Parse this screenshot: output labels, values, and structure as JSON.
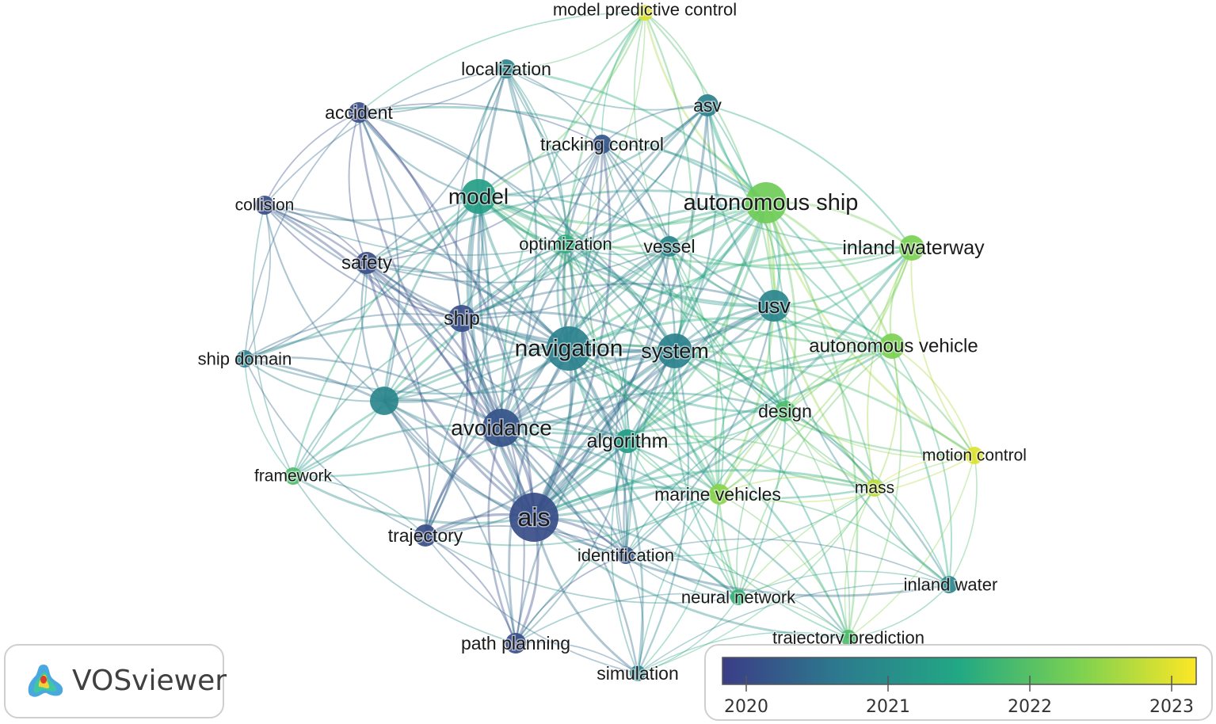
{
  "brand": {
    "name": "VOSviewer"
  },
  "legend": {
    "ticks": [
      "2020",
      "2021",
      "2022",
      "2023"
    ],
    "gradient": [
      "#3b3d86",
      "#2c7b8e",
      "#22a884",
      "#7ad151",
      "#fde725"
    ]
  },
  "nodes": [
    {
      "id": "model-predictive-control",
      "label": "model predictive control",
      "year": 2023.0
    },
    {
      "id": "localization",
      "label": "localization",
      "year": 2021.0
    },
    {
      "id": "accident",
      "label": "accident",
      "year": 2020.2
    },
    {
      "id": "asv",
      "label": "asv",
      "year": 2020.9
    },
    {
      "id": "tracking-control",
      "label": "tracking control",
      "year": 2020.3
    },
    {
      "id": "model",
      "label": "model",
      "year": 2021.4
    },
    {
      "id": "autonomous-ship",
      "label": "autonomous ship",
      "year": 2022.3
    },
    {
      "id": "collision",
      "label": "collision",
      "year": 2020.2
    },
    {
      "id": "optimization",
      "label": "optimization",
      "year": 2021.7
    },
    {
      "id": "vessel",
      "label": "vessel",
      "year": 2021.0
    },
    {
      "id": "inland-waterway",
      "label": "inland waterway",
      "year": 2022.4
    },
    {
      "id": "safety",
      "label": "safety",
      "year": 2020.2
    },
    {
      "id": "usv",
      "label": "usv",
      "year": 2021.0
    },
    {
      "id": "ship",
      "label": "ship",
      "year": 2020.2
    },
    {
      "id": "navigation",
      "label": "navigation",
      "year": 2020.9
    },
    {
      "id": "system",
      "label": "system",
      "year": 2020.9
    },
    {
      "id": "autonomous-vehicle",
      "label": "autonomous vehicle",
      "year": 2022.4
    },
    {
      "id": "ship-domain",
      "label": "ship domain",
      "year": 2020.9
    },
    {
      "id": "unlabeled-hub",
      "label": "",
      "year": 2021.0
    },
    {
      "id": "design",
      "label": "design",
      "year": 2022.0
    },
    {
      "id": "avoidance",
      "label": "avoidance",
      "year": 2020.3
    },
    {
      "id": "algorithm",
      "label": "algorithm",
      "year": 2021.4
    },
    {
      "id": "motion-control",
      "label": "motion control",
      "year": 2023.0
    },
    {
      "id": "framework",
      "label": "framework",
      "year": 2022.0
    },
    {
      "id": "marine-vehicles",
      "label": "marine vehicles",
      "year": 2022.5
    },
    {
      "id": "mass",
      "label": "mass",
      "year": 2022.8
    },
    {
      "id": "ais",
      "label": "ais",
      "year": 2020.2
    },
    {
      "id": "trajectory",
      "label": "trajectory",
      "year": 2020.2
    },
    {
      "id": "identification",
      "label": "identification",
      "year": 2020.3
    },
    {
      "id": "inland-water",
      "label": "inland water",
      "year": 2021.0
    },
    {
      "id": "neural-network",
      "label": "neural network",
      "year": 2021.8
    },
    {
      "id": "trajectory-prediction",
      "label": "trajectory prediction",
      "year": 2022.0
    },
    {
      "id": "path-planning",
      "label": "path planning",
      "year": 2020.2
    },
    {
      "id": "simulation",
      "label": "simulation",
      "year": 2020.9
    }
  ]
}
